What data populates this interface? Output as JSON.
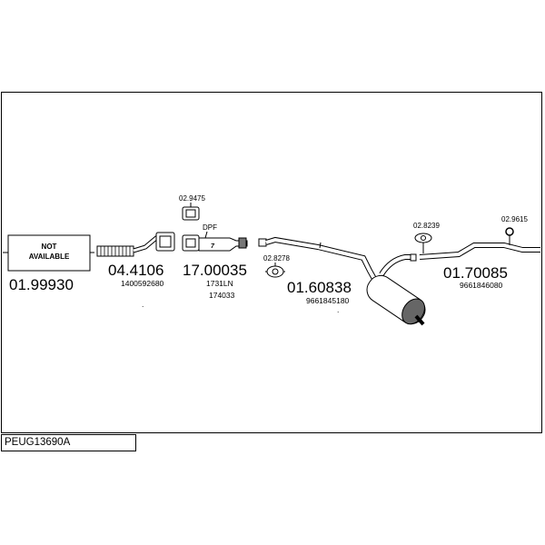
{
  "diagram_code": "PEUG13690A",
  "parts": [
    {
      "number": "01.99930",
      "note": "NOT AVAILABLE"
    },
    {
      "number": "04.4106",
      "ref": "1400592680",
      "mark": "."
    },
    {
      "number": "17.00035",
      "ref": "1731LN",
      "ref2": "174033",
      "label": "DPF"
    },
    {
      "number": "01.60838",
      "ref": "9661845180",
      "mark": "."
    },
    {
      "number": "01.70085",
      "ref": "9661846080"
    }
  ],
  "fittings": [
    {
      "number": "02.9475"
    },
    {
      "number": "02.8278"
    },
    {
      "number": "02.8239"
    },
    {
      "number": "02.9615"
    }
  ],
  "note_lines": [
    "NOT",
    "AVAILABLE"
  ]
}
